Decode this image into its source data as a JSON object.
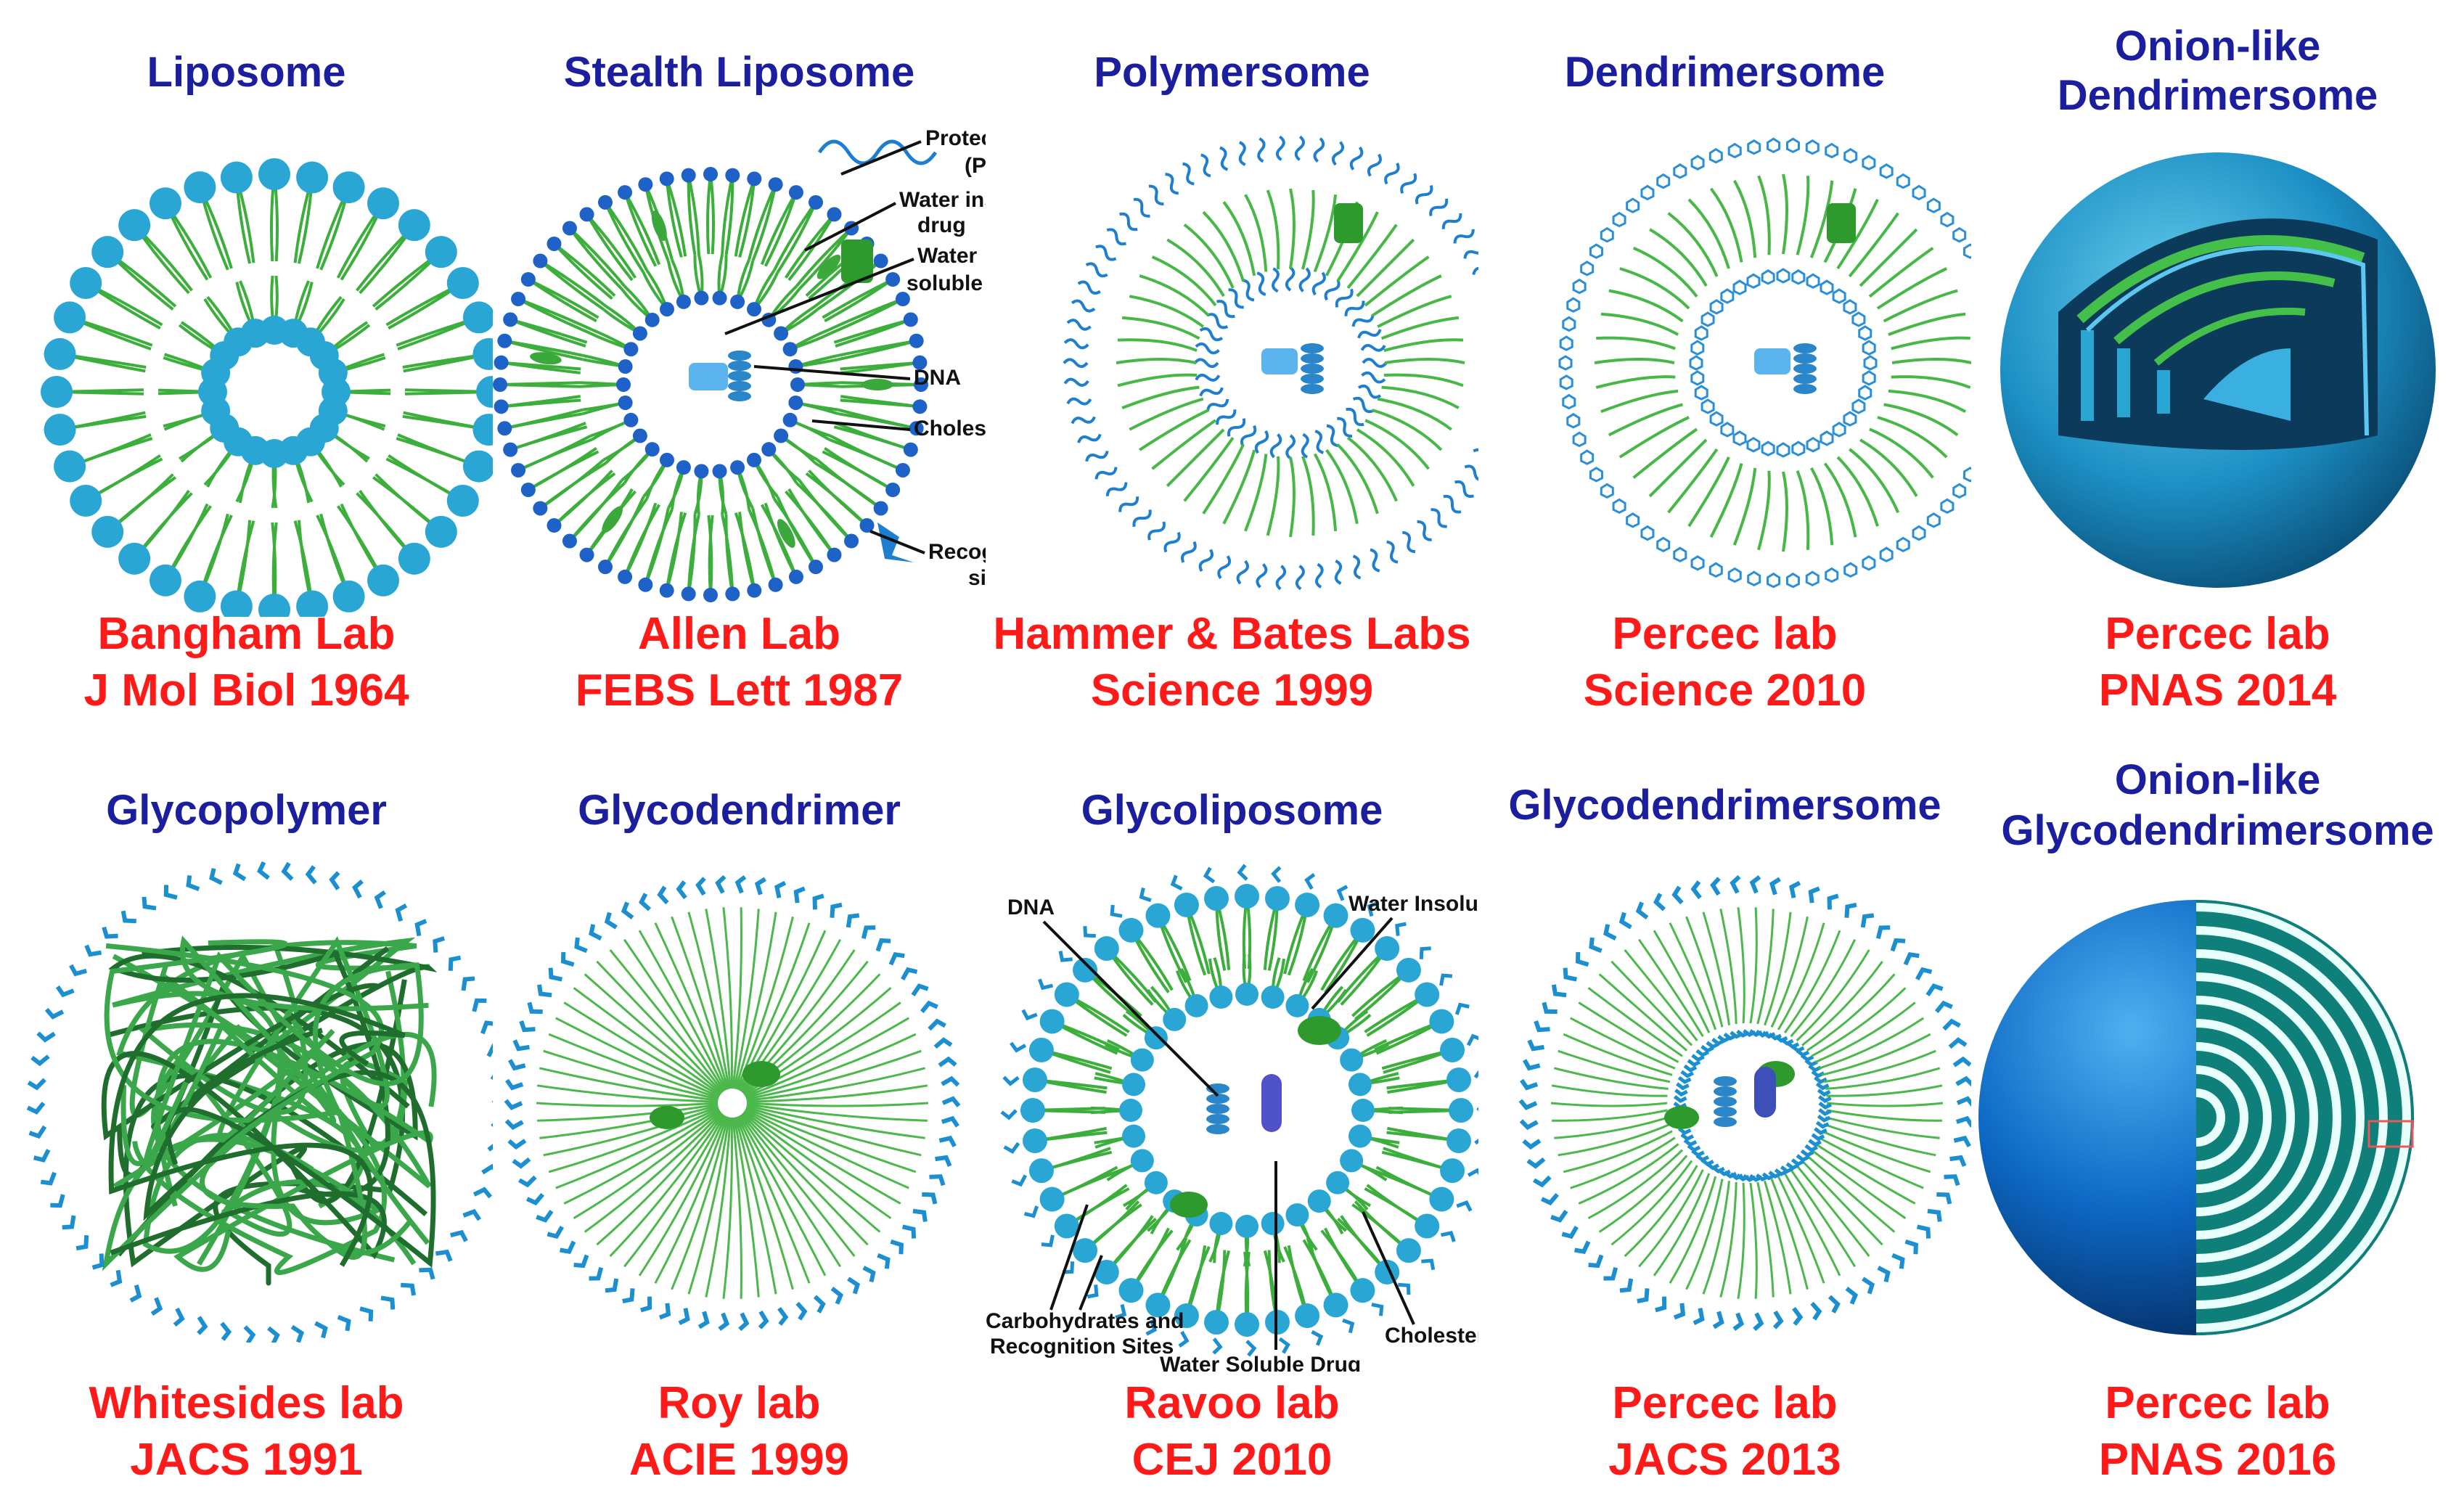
{
  "row1": [
    {
      "title_lines": [
        "Liposome"
      ],
      "lab": "Bangham Lab",
      "ref": "J Mol Biol 1964"
    },
    {
      "title_lines": [
        "Stealth Liposome"
      ],
      "lab": "Allen Lab",
      "ref": "FEBS Lett 1987"
    },
    {
      "title_lines": [
        "Polymersome"
      ],
      "lab": "Hammer & Bates Labs",
      "ref": "Science 1999"
    },
    {
      "title_lines": [
        "Dendrimersome"
      ],
      "lab": "Percec lab",
      "ref": "Science 2010"
    },
    {
      "title_lines": [
        "Onion-like",
        "Dendrimersome"
      ],
      "lab": "Percec lab",
      "ref": "PNAS 2014"
    }
  ],
  "row2": [
    {
      "title_lines": [
        "Glycopolymer"
      ],
      "lab": "Whitesides lab",
      "ref": "JACS 1991"
    },
    {
      "title_lines": [
        "Glycodendrimer"
      ],
      "lab": "Roy lab",
      "ref": "ACIE 1999"
    },
    {
      "title_lines": [
        "Glycoliposome"
      ],
      "lab": "Ravoo lab",
      "ref": "CEJ 2010"
    },
    {
      "title_lines": [
        "Glycodendrimersome"
      ],
      "lab": "Percec lab",
      "ref": "JACS 2013"
    },
    {
      "title_lines": [
        "Onion-like",
        "Glycodendrimersome"
      ],
      "lab": "Percec lab",
      "ref": "PNAS 2016"
    }
  ],
  "stealth_annotations": {
    "peg_line1": "Protective layer",
    "peg_line2": "(PEG)",
    "insoluble_line1": "Water insoluble",
    "insoluble_line2": "drug",
    "soluble_line1": "Water",
    "soluble_line2": "soluble drug",
    "dna": "DNA",
    "cholesterol": "Cholesterol",
    "recognition_line1": "Recognition",
    "recognition_line2": "sites"
  },
  "glycoliposome_annotations": {
    "dna": "DNA",
    "insoluble": "Water Insoluble Drug",
    "carb_line1": "Carbohydrates and",
    "carb_line2": "Recognition Sites",
    "soluble": "Water Soluble Drug",
    "cholesterol": "Cholesterol"
  },
  "colors": {
    "title": "#1b1f9e",
    "credit": "#ff1a1a",
    "head": "#2aa6d4",
    "tail": "#3cae3c",
    "polymer": "#1e7fd0"
  }
}
